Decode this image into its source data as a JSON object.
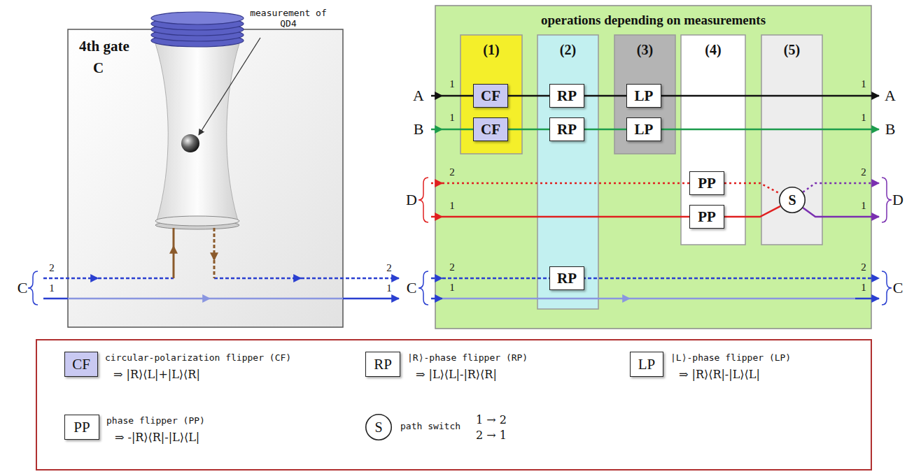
{
  "diagram": {
    "nodes": [
      {
        "text": [
          "4th gate",
          "C"
        ]
      },
      {
        "text": [
          "operations depending on measurements"
        ]
      },
      {
        "text": [
          "(1)"
        ],
        "in": 1
      },
      {
        "text": [
          "CF"
        ],
        "in": 2
      },
      {
        "text": [
          "CF"
        ],
        "in": 2
      },
      {
        "text": [
          "(2)"
        ],
        "in": 1
      },
      {
        "text": [
          "RP"
        ],
        "in": 5
      },
      {
        "text": [
          "RP"
        ],
        "in": 5
      },
      {
        "text": [
          "RP"
        ],
        "in": 5
      },
      {
        "text": [
          "(3)"
        ],
        "in": 1
      },
      {
        "text": [
          "LP"
        ],
        "in": 9
      },
      {
        "text": [
          "LP"
        ],
        "in": 9
      },
      {
        "text": [
          "(4)"
        ],
        "in": 1
      },
      {
        "text": [
          "PP"
        ],
        "in": 12
      },
      {
        "text": [
          "PP"
        ],
        "in": 12
      },
      {
        "text": [
          "(5)"
        ],
        "in": 1
      },
      {
        "text": [
          "S"
        ],
        "in": 15
      },
      {
        "text": [
          "CF"
        ]
      },
      {
        "text": [
          "RP"
        ]
      },
      {
        "text": [
          "LP"
        ]
      },
      {
        "text": [
          "PP"
        ]
      },
      {
        "text": [
          "S"
        ]
      }
    ],
    "edges": [
      {
        "from": 3,
        "to": 6,
        "arrow": "none"
      },
      {
        "from": 6,
        "to": 10,
        "arrow": "none"
      },
      {
        "from": 4,
        "to": 7,
        "arrow": "none"
      },
      {
        "from": 7,
        "to": 11,
        "arrow": "none"
      },
      {
        "from": 13,
        "to": 16,
        "arrow": "none"
      },
      {
        "from": 14,
        "to": 16,
        "arrow": "none"
      }
    ],
    "labels": [
      "measurement of QD4",
      "2",
      "1",
      "C",
      "2",
      "1",
      "A",
      "1",
      "B",
      "1",
      "2",
      "1",
      "D",
      "2",
      "1",
      "C",
      "1",
      "A",
      "1",
      "B",
      "2",
      "1",
      "D",
      "2",
      "1",
      "C",
      "circular-polarization flipper (CF)",
      "⇒ |R⟩⟨L|+|L⟩⟨R|",
      "|R⟩-phase flipper (RP)",
      "⇒ |L⟩⟨L|-|R⟩⟨R|",
      "|L⟩-phase flipper (LP)",
      "⇒ |R⟩⟨R|-|L⟩⟨L|",
      "phase flipper (PP)",
      "⇒ -|R⟩⟨R|-|L⟩⟨L|",
      "path switch",
      "1 → 2",
      "2 → 1"
    ]
  }
}
